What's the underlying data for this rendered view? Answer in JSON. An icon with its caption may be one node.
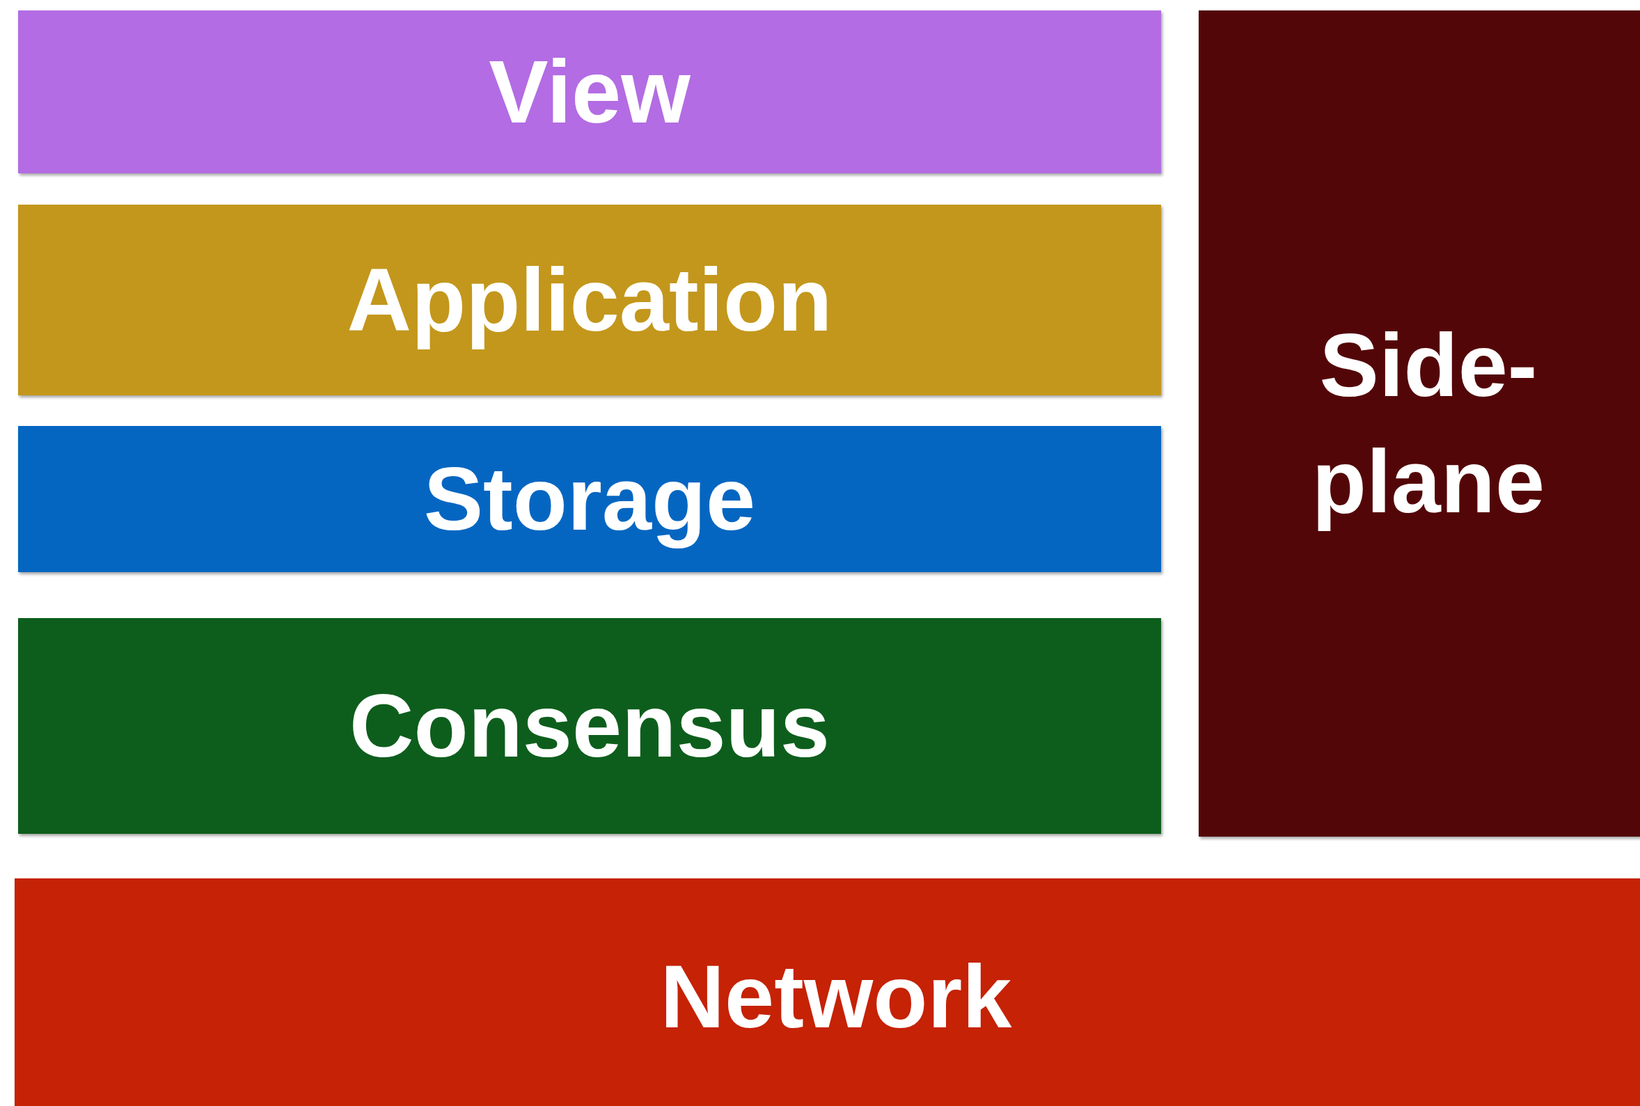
{
  "diagram": {
    "nodes": [
      {
        "text": [
          "View"
        ]
      },
      {
        "text": [
          "Application"
        ]
      },
      {
        "text": [
          "Storage"
        ]
      },
      {
        "text": [
          "Consensus"
        ]
      },
      {
        "text": [
          "Side- plane"
        ]
      },
      {
        "text": [
          "Network"
        ]
      }
    ]
  }
}
